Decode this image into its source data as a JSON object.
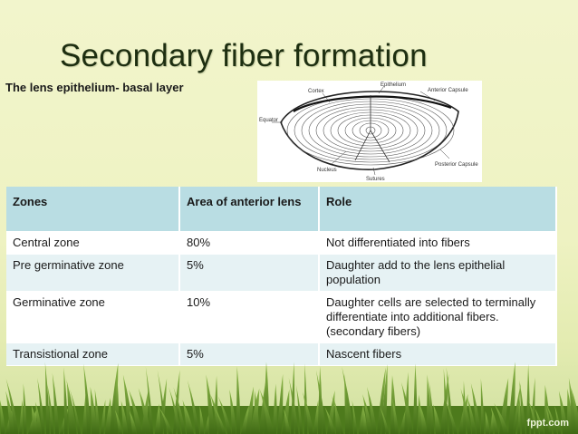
{
  "slide": {
    "title": "Secondary fiber formation",
    "subtitle": "The lens epithelium- basal layer",
    "watermark": "fppt.com"
  },
  "diagram": {
    "labels": {
      "epithelium": "Epithelium",
      "anterior_capsule": "Anterior Capsule",
      "cortex": "Cortex",
      "equator": "Equator",
      "nucleus": "Nucleus",
      "sutures": "Sutures",
      "posterior_capsule": "Posterior Capsule"
    }
  },
  "table": {
    "headers": [
      "Zones",
      "Area of anterior lens",
      "Role"
    ],
    "rows": [
      [
        "Central zone",
        "80%",
        "Not differentiated into fibers"
      ],
      [
        "Pre germinative zone",
        "5%",
        "Daughter add to the lens epithelial population"
      ],
      [
        "Germinative zone",
        "10%",
        "Daughter cells are selected to terminally differentiate into additional fibers.(secondary fibers)"
      ],
      [
        "Transistional zone",
        "5%",
        "Nascent fibers"
      ]
    ]
  },
  "colors": {
    "header_bg": "#b9dde3",
    "row_alt_bg": "#e6f2f4",
    "title_text": "#1d2e10",
    "grass": "#5f8a25"
  }
}
